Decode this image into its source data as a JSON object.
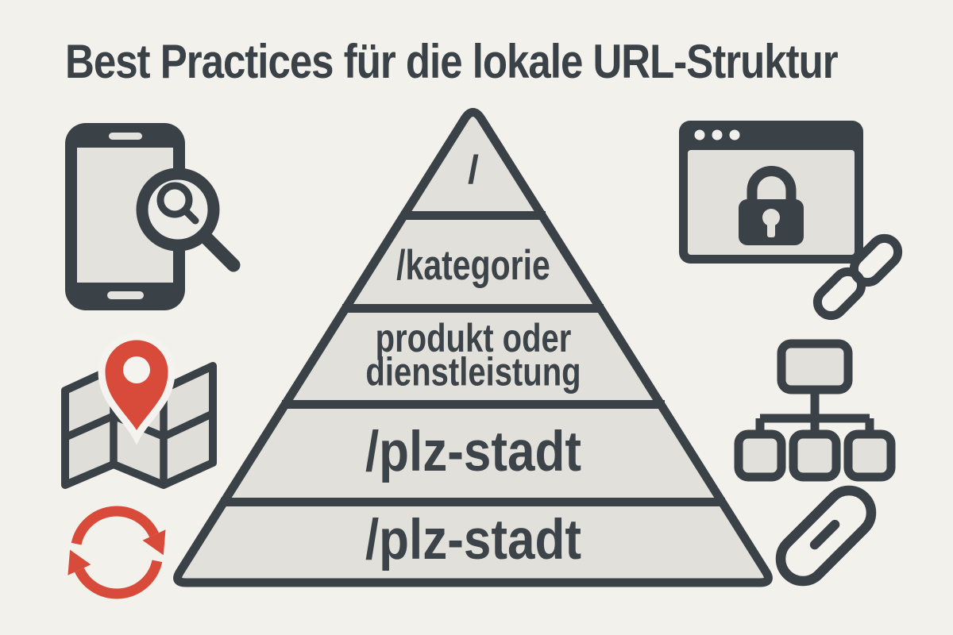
{
  "title": "Best Practices für die lokale URL-Struktur",
  "pyramid": {
    "description": "URL structure hierarchy pyramid, 5 levels from root to local pages",
    "levels": [
      {
        "label": "/"
      },
      {
        "label": "/kategorie"
      },
      {
        "label_line1": "produkt oder",
        "label_line2": "dienstleistung"
      },
      {
        "label": "/plz-stadt"
      },
      {
        "label": "/plz-stadt"
      }
    ]
  },
  "icons": {
    "top_left": "mobile-search",
    "top_right": "secure-browser-lock",
    "upper_right": "chain-links",
    "middle_left": "map-location-pin",
    "middle_right": "sitemap-hierarchy",
    "bottom_left": "refresh-arrows",
    "bottom_right": "single-link"
  },
  "colors": {
    "background": "#f2f1ec",
    "ink": "#3a4147",
    "panel_fill": "#e2e0da",
    "accent_red": "#d84b3a"
  }
}
